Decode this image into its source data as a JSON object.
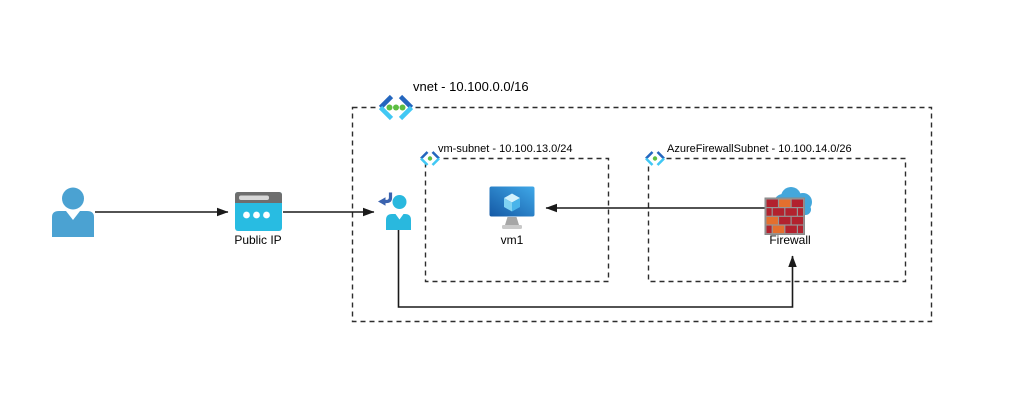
{
  "diagram": {
    "containers": {
      "vnet": {
        "label": "vnet - 10.100.0.0/16"
      },
      "vm_subnet": {
        "label": "vm-subnet - 10.100.13.0/24"
      },
      "firewall_subnet": {
        "label": "AzureFirewallSubnet - 10.100.14.0/26"
      }
    },
    "nodes": {
      "user": {
        "icon": "user-silhouette-icon",
        "label": ""
      },
      "public_ip": {
        "icon": "public-ip-icon",
        "label": "Public IP"
      },
      "vnet_entry": {
        "icon": "user-sign-in-icon",
        "label": ""
      },
      "vm1": {
        "icon": "azure-vm-icon",
        "label": "vm1"
      },
      "firewall": {
        "icon": "azure-firewall-icon",
        "label": "Firewall"
      }
    },
    "connections": [
      {
        "from": "user",
        "to": "public_ip",
        "type": "arrow-right"
      },
      {
        "from": "public_ip",
        "to": "vnet_entry",
        "type": "arrow-right"
      },
      {
        "from": "firewall",
        "to": "vm1",
        "type": "arrow-left"
      },
      {
        "from": "vnet_entry",
        "to": "firewall",
        "type": "orthogonal-arrow-up"
      }
    ],
    "colors": {
      "user_blue": "#4BA2D2",
      "cyan": "#28BCE2",
      "sign_in_arrow_blue": "#3A62AE",
      "chevron_dark_blue": "#2466BE",
      "chevron_cyan": "#41C8F4",
      "dot_green": "#5CBE42",
      "vm_screen_dark": "#1559A5",
      "vm_screen_light": "#3FA8E8",
      "cube_top": "#D2F1FC",
      "cube_left": "#7FD2F2",
      "cube_right": "#49B4EA",
      "firewall_cloud": "#44A7DB",
      "brick_red": "#B2222E",
      "brick_orange": "#E46F2E",
      "grout_gray": "#969696",
      "stand_gray": "#A6A6A6",
      "top_bar_gray": "#6E6E6E",
      "line_black": "#1a1a1a"
    }
  }
}
